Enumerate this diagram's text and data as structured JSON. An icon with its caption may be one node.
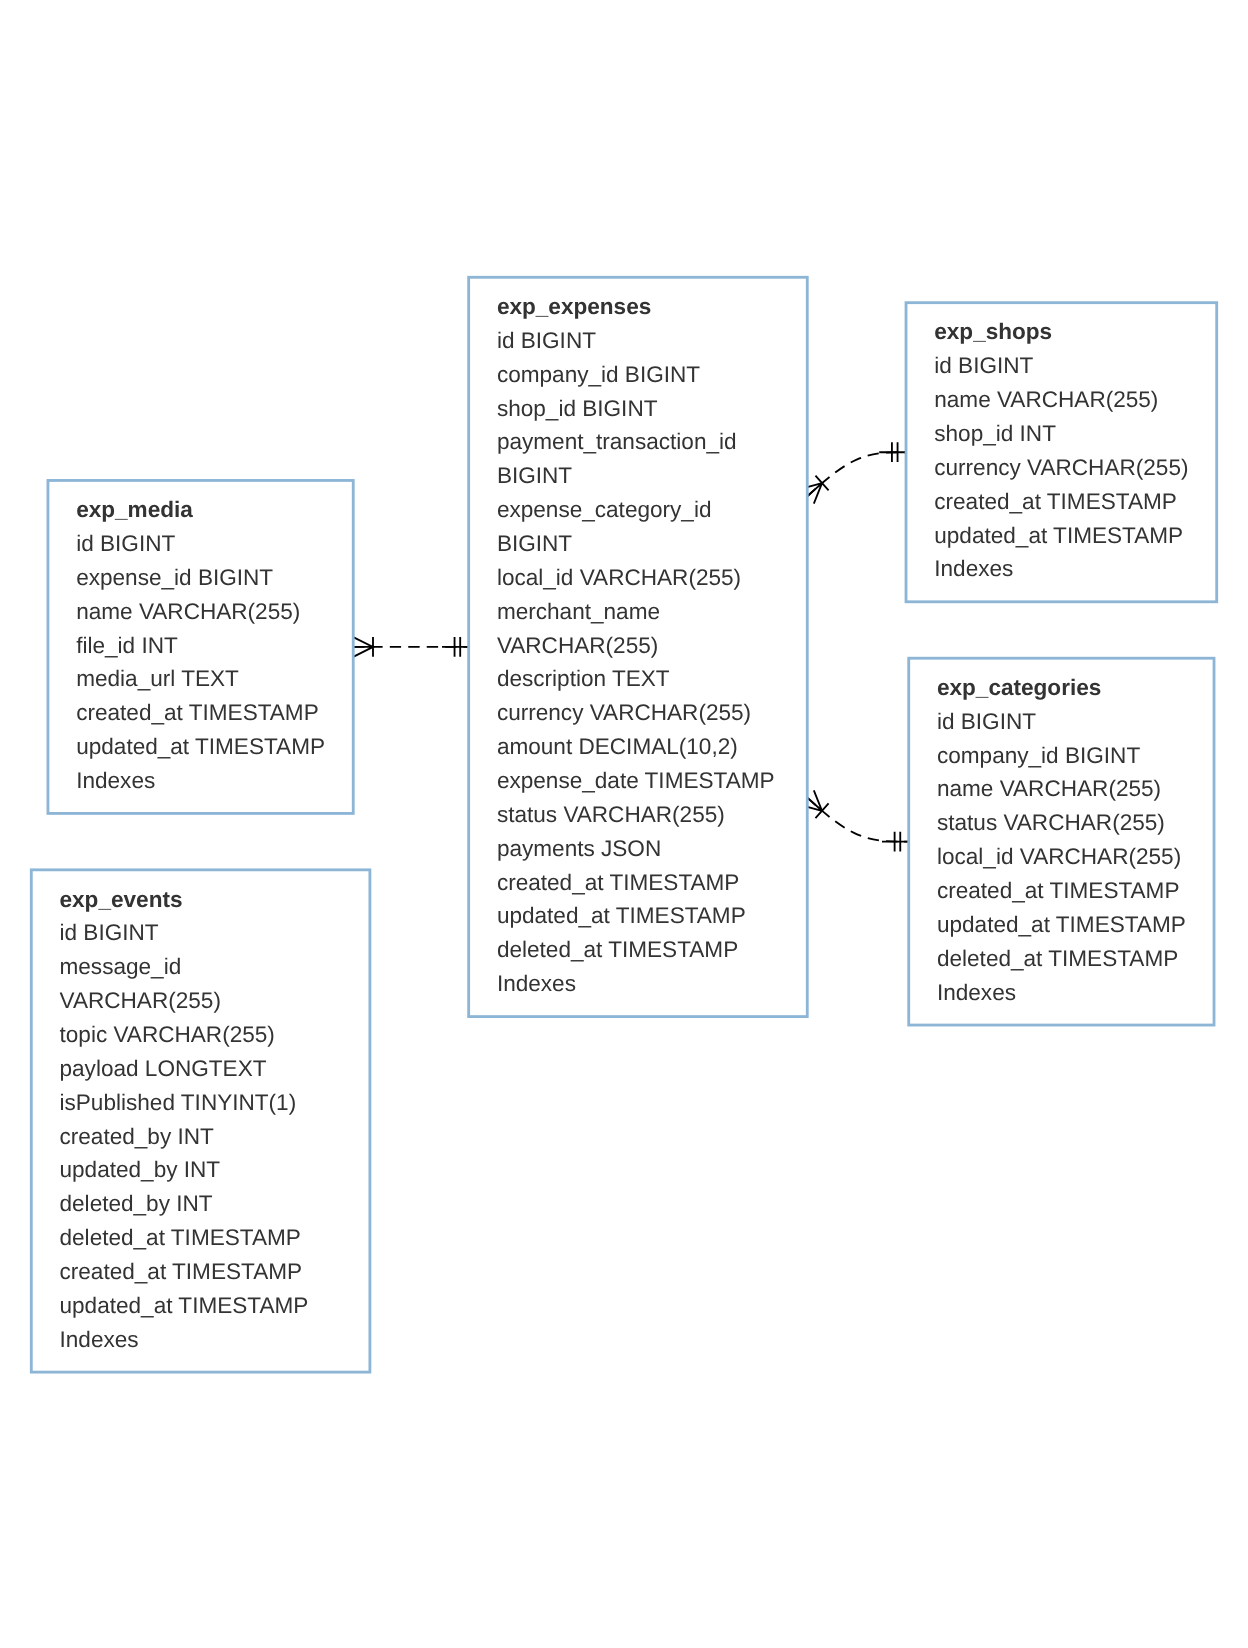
{
  "diagram": {
    "nodes": [
      {
        "text": [
          "exp_expenses",
          "id BIGINT",
          "company_id BIGINT",
          "shop_id BIGINT",
          "payment_transaction_id BIGINT",
          "expense_category_id BIGINT",
          "local_id VARCHAR(255)",
          "merchant_name VARCHAR(255)",
          "description TEXT",
          "currency VARCHAR(255)",
          "amount DECIMAL(10,2)",
          "expense_date TIMESTAMP",
          "status VARCHAR(255)",
          "payments JSON",
          "created_at TIMESTAMP",
          "updated_at TIMESTAMP",
          "deleted_at TIMESTAMP",
          "Indexes"
        ]
      },
      {
        "text": [
          "exp_shops",
          "id BIGINT",
          "name VARCHAR(255)",
          "shop_id INT",
          "currency VARCHAR(255)",
          "created_at TIMESTAMP",
          "updated_at TIMESTAMP",
          "Indexes"
        ]
      },
      {
        "text": [
          "exp_categories",
          "id BIGINT",
          "company_id BIGINT",
          "name VARCHAR(255)",
          "status VARCHAR(255)",
          "local_id VARCHAR(255)",
          "created_at TIMESTAMP",
          "updated_at TIMESTAMP",
          "deleted_at TIMESTAMP",
          "Indexes"
        ]
      },
      {
        "text": [
          "exp_media",
          "id BIGINT",
          "expense_id BIGINT",
          "name VARCHAR(255)",
          "file_id INT",
          "media_url TEXT",
          "created_at TIMESTAMP",
          "updated_at TIMESTAMP",
          "Indexes"
        ]
      },
      {
        "text": [
          "exp_events",
          "id BIGINT",
          "message_id VARCHAR(255)",
          "topic VARCHAR(255)",
          "payload LONGTEXT",
          "isPublished TINYINT(1)",
          "created_by INT",
          "updated_by INT",
          "deleted_by INT",
          "deleted_at TIMESTAMP",
          "created_at TIMESTAMP",
          "updated_at TIMESTAMP",
          "Indexes"
        ]
      }
    ],
    "edges": [
      {
        "from": 0,
        "to": 1,
        "arrow": "other",
        "style": "dashed"
      },
      {
        "from": 0,
        "to": 2,
        "arrow": "other",
        "style": "dashed"
      },
      {
        "from": 3,
        "to": 0,
        "arrow": "other",
        "style": "dashed"
      }
    ]
  }
}
